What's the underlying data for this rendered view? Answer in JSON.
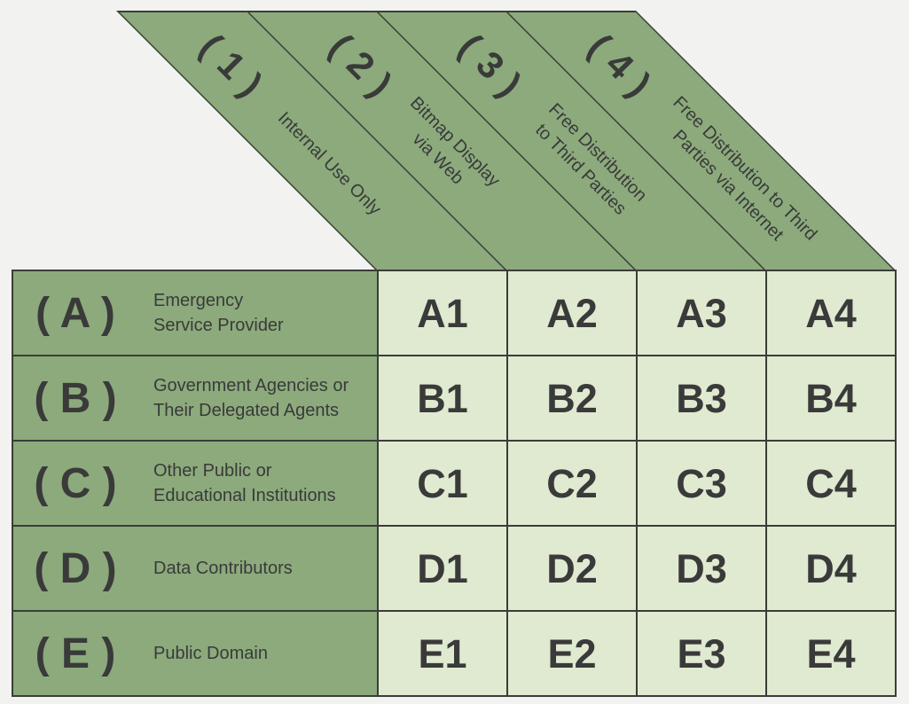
{
  "colors": {
    "header_green": "#8caa7c",
    "cell_green": "#dfead1",
    "border": "#3a3d38",
    "text": "#3a3a3a",
    "background": "#f2f2f1"
  },
  "columns": [
    {
      "number": "( 1 )",
      "label": "Internal Use Only"
    },
    {
      "number": "( 2 )",
      "label": "Bitmap Display\nvia Web"
    },
    {
      "number": "( 3 )",
      "label": "Free Distribution\nto Third Parties"
    },
    {
      "number": "( 4 )",
      "label": "Free Distribution to Third\nParties via Internet"
    }
  ],
  "rows": [
    {
      "letter": "( A )",
      "label": "Emergency\nService Provider",
      "cells": [
        "A1",
        "A2",
        "A3",
        "A4"
      ]
    },
    {
      "letter": "( B )",
      "label": "Government Agencies or\nTheir Delegated Agents",
      "cells": [
        "B1",
        "B2",
        "B3",
        "B4"
      ]
    },
    {
      "letter": "( C )",
      "label": "Other Public or\nEducational Institutions",
      "cells": [
        "C1",
        "C2",
        "C3",
        "C4"
      ]
    },
    {
      "letter": "( D )",
      "label": "Data Contributors",
      "cells": [
        "D1",
        "D2",
        "D3",
        "D4"
      ]
    },
    {
      "letter": "( E )",
      "label": "Public Domain",
      "cells": [
        "E1",
        "E2",
        "E3",
        "E4"
      ]
    }
  ]
}
